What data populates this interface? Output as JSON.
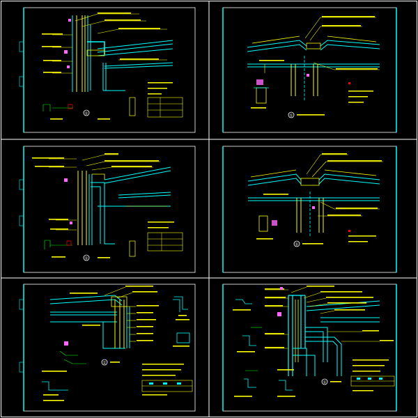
{
  "colors": {
    "background": "#000000",
    "frame": "#ffffff",
    "steel": "#00ffff",
    "column": "#ffff00",
    "leader": "#ffff00",
    "dim": "#00ff00",
    "note": "#ff66ff",
    "accent": "#ff0000",
    "text": "#ffffff"
  },
  "panels": [
    {
      "id": "p1",
      "detail_no": "①"
    },
    {
      "id": "p2",
      "detail_no": "①"
    },
    {
      "id": "p3",
      "detail_no": "①"
    },
    {
      "id": "p4",
      "detail_no": "①"
    },
    {
      "id": "p5",
      "detail_no": "①"
    },
    {
      "id": "p6",
      "detail_no": "①"
    }
  ]
}
